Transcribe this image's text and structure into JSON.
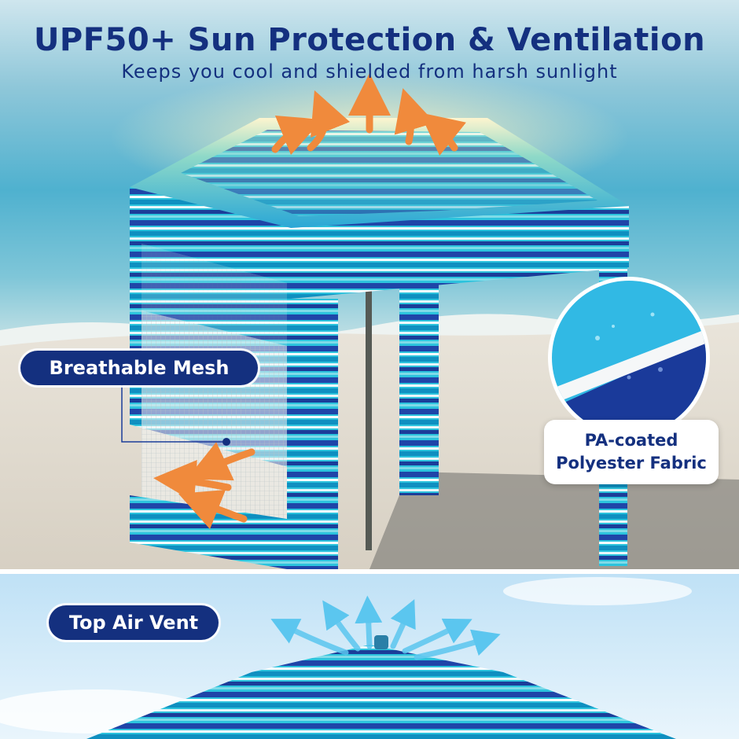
{
  "headline": "UPF50+ Sun Protection & Ventilation",
  "subheadline": "Keeps you cool and shielded from harsh sunlight",
  "callouts": {
    "mesh": "Breathable Mesh",
    "fabric_line1": "PA-coated",
    "fabric_line2": "Polyester Fabric",
    "vent": "Top Air Vent"
  },
  "colors": {
    "brand_navy": "#14307f",
    "cyan": "#29c4dc",
    "royal_blue": "#1f45a8",
    "sand": "#e6e0d5",
    "arrow_orange": "#f08a3c"
  }
}
